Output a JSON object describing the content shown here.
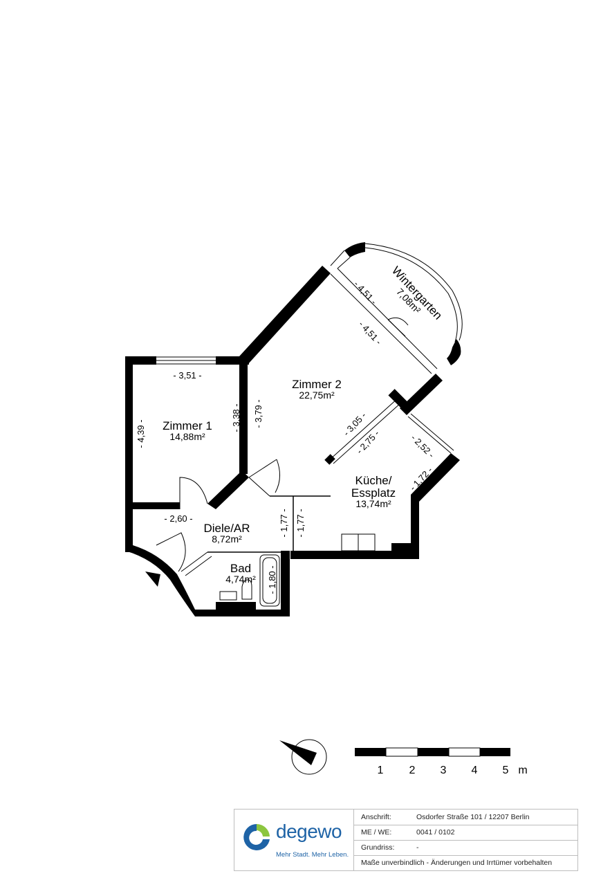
{
  "rooms": {
    "zimmer1": {
      "name": "Zimmer 1",
      "area": "14,88m²"
    },
    "zimmer2": {
      "name": "Zimmer 2",
      "area": "22,75m²"
    },
    "wintergarten": {
      "name": "Wintergarten",
      "area": "7,08m²"
    },
    "kueche": {
      "name_line1": "Küche/",
      "name_line2": "Esspl​atz",
      "area": "13,74m²"
    },
    "diele": {
      "name": "Diele/AR",
      "area": "8,72m²"
    },
    "bad": {
      "name": "Bad",
      "area": "4,74m²"
    }
  },
  "dimensions": {
    "z1_width": "- 3,51 -",
    "z1_depth_left": "- 4,39 -",
    "z1_depth_right": "- 3,38 -",
    "z2_depth": "- 3,79 -",
    "wg_width_a": "- 4,51 -",
    "wg_width_b": "- 4,51 -",
    "z2_width": "- 3,05 -",
    "kue_width": "- 2,75 -",
    "kue_side": "- 2,52 -",
    "kue_side2": "- 1,72 -",
    "diele_width": "- 2,60 -",
    "diele_depth": "- 1,77 -",
    "kue_depth": "- 1,77 -",
    "bad_depth": "- 1,80 -"
  },
  "scale_bar": {
    "labels": [
      "1",
      "2",
      "3",
      "4",
      "5"
    ],
    "unit": "m"
  },
  "icons": {
    "north": "north-arrow-icon",
    "logo": "degewo-logo-icon"
  },
  "title_block": {
    "logo_word": "degewo",
    "logo_tagline": "Mehr Stadt. Mehr Leben.",
    "address_label": "Anschrift:",
    "address_value": "Osdorfer Straße 101 / 12207 Berlin",
    "unit_label": "ME / WE:",
    "unit_value": "0041 / 0102",
    "plan_label": "Grundriss:",
    "plan_value": "-",
    "disclaimer": "Maße unverbindlich - Änderungen und Irrtümer vorbehalten"
  },
  "colors": {
    "brand_blue": "#1e63a6",
    "brand_green": "#8cc63f",
    "wall": "#000000"
  }
}
